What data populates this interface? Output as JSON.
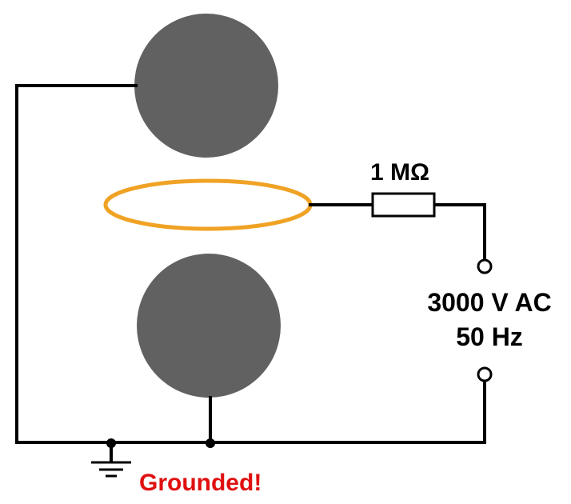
{
  "resistor": {
    "label": "1 MΩ"
  },
  "source": {
    "voltage": "3000 V AC",
    "frequency": "50 Hz"
  },
  "ground": {
    "label": "Grounded!"
  },
  "colors": {
    "electrode": "#616161",
    "ring": "#f0a224",
    "wire": "#000000",
    "ground_label": "#e01010",
    "text": "#000000"
  }
}
